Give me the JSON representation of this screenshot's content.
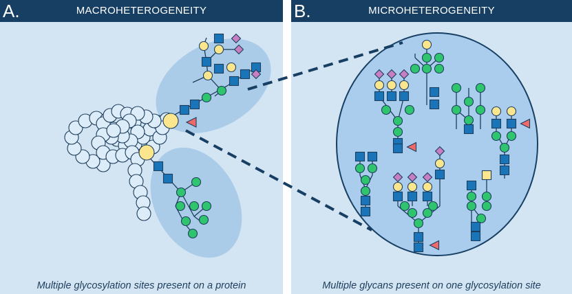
{
  "panel_a": {
    "letter": "A.",
    "title": "MACROHETEROGENEITY",
    "caption": "Multiple glycosylation sites present on a protein"
  },
  "panel_b": {
    "letter": "B.",
    "title": "MICROHETEROGENEITY",
    "caption": "Multiple glycans present on one glycosylation site"
  },
  "colors": {
    "header": "#173f63",
    "panel_bg": "#d3e5f2",
    "blob": "#9dc3e6",
    "square_blue": "#1a74b8",
    "circle_green": "#2fc46e",
    "circle_yellow": "#fbe68e",
    "diamond_purple": "#c77fc2",
    "triangle_red": "#ee6a6a",
    "protein_bead": "#dcecf8",
    "outline": "#1d3d5c"
  },
  "icons": [
    "blue-square-icon",
    "green-circle-icon",
    "yellow-circle-icon",
    "purple-diamond-icon",
    "red-triangle-icon"
  ]
}
